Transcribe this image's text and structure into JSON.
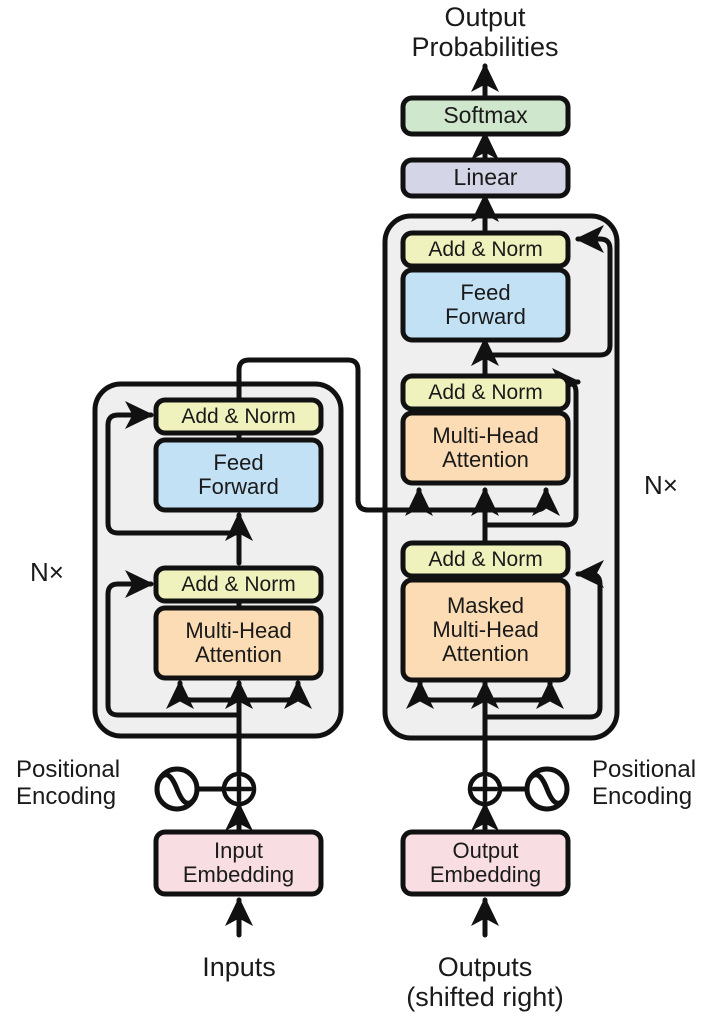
{
  "diagram": {
    "title": "Transformer model architecture",
    "type": "block-diagram"
  },
  "labels": {
    "output_probabilities": "Output\nProbabilities",
    "inputs": "Inputs",
    "outputs": "Outputs\n(shifted right)",
    "positional_encoding_left": "Positional\nEncoding",
    "positional_encoding_right": "Positional\nEncoding",
    "nx_encoder": "N×",
    "nx_decoder": "N×"
  },
  "blocks": {
    "softmax": {
      "label": "Softmax",
      "color": "#cfe7cc"
    },
    "linear": {
      "label": "Linear",
      "color": "#d5d5e8"
    },
    "dec_add_norm_top": {
      "label": "Add & Norm",
      "color": "#eff2bd"
    },
    "dec_feed_forward": {
      "label": "Feed\nForward",
      "color": "#c2e1f5"
    },
    "dec_add_norm_mid": {
      "label": "Add & Norm",
      "color": "#eff2bd"
    },
    "dec_multi_head_attention": {
      "label": "Multi-Head\nAttention",
      "color": "#fbdcb4"
    },
    "dec_add_norm_bottom": {
      "label": "Add & Norm",
      "color": "#eff2bd"
    },
    "dec_masked_multi_head_attention": {
      "label": "Masked\nMulti-Head\nAttention",
      "color": "#fbdcb4"
    },
    "enc_add_norm_top": {
      "label": "Add & Norm",
      "color": "#eff2bd"
    },
    "enc_feed_forward": {
      "label": "Feed\nForward",
      "color": "#c2e1f5"
    },
    "enc_add_norm_bottom": {
      "label": "Add & Norm",
      "color": "#eff2bd"
    },
    "enc_multi_head_attention": {
      "label": "Multi-Head\nAttention",
      "color": "#fbdcb4"
    },
    "input_embedding": {
      "label": "Input\nEmbedding",
      "color": "#f8dde3"
    },
    "output_embedding": {
      "label": "Output\nEmbedding",
      "color": "#f8dde3"
    }
  },
  "icons": {
    "sum_left": "plus-circle-icon",
    "sum_right": "plus-circle-icon",
    "sine_left": "sine-wave-circle-icon",
    "sine_right": "sine-wave-circle-icon"
  },
  "colors": {
    "stroke": "#111111",
    "stack_fill": "#efefef",
    "stack_stroke": "#111111",
    "background": "#ffffff",
    "text": "#1a1a1a"
  }
}
